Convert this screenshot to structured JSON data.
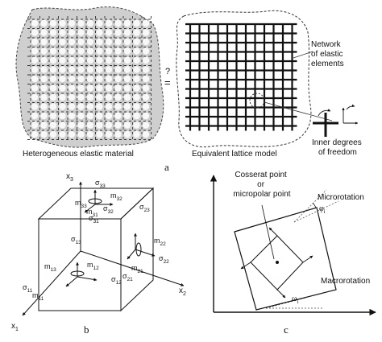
{
  "panel_a": {
    "left_caption": "Heterogeneous elastic material",
    "right_caption": "Equivalent lattice model",
    "question": "?",
    "equals": "=",
    "network_label": [
      "Network",
      "of elastic",
      "elements"
    ],
    "dof_label": [
      "Inner degrees",
      "of freedom"
    ],
    "panel_letter": "a"
  },
  "panel_b": {
    "axes": {
      "x1": "x",
      "x1_sub": "1",
      "x2": "x",
      "x2_sub": "2",
      "x3": "x",
      "x3_sub": "3"
    },
    "stress_labels": [
      {
        "base": "σ",
        "sub": "33"
      },
      {
        "base": "m",
        "sub": "33"
      },
      {
        "base": "σ",
        "sub": "32"
      },
      {
        "base": "m",
        "sub": "32"
      },
      {
        "base": "σ",
        "sub": "31"
      },
      {
        "base": "m",
        "sub": "31"
      },
      {
        "base": "σ",
        "sub": "23"
      },
      {
        "base": "m",
        "sub": "22"
      },
      {
        "base": "σ",
        "sub": "22"
      },
      {
        "base": "m",
        "sub": "21"
      },
      {
        "base": "σ",
        "sub": "21"
      },
      {
        "base": "σ",
        "sub": "13"
      },
      {
        "base": "m",
        "sub": "13"
      },
      {
        "base": "m",
        "sub": "12"
      },
      {
        "base": "σ",
        "sub": "12"
      },
      {
        "base": "m",
        "sub": "11"
      },
      {
        "base": "σ",
        "sub": "11"
      }
    ],
    "panel_letter": "b"
  },
  "panel_c": {
    "point_label": [
      "Cosserat point",
      "or",
      "micropolar point"
    ],
    "microrotation": "Microrotation",
    "macrorotation": "Macrorotation",
    "phi": "φ",
    "phi_sub": "i",
    "omega": "ω",
    "omega_sub": "i",
    "panel_letter": "c"
  }
}
